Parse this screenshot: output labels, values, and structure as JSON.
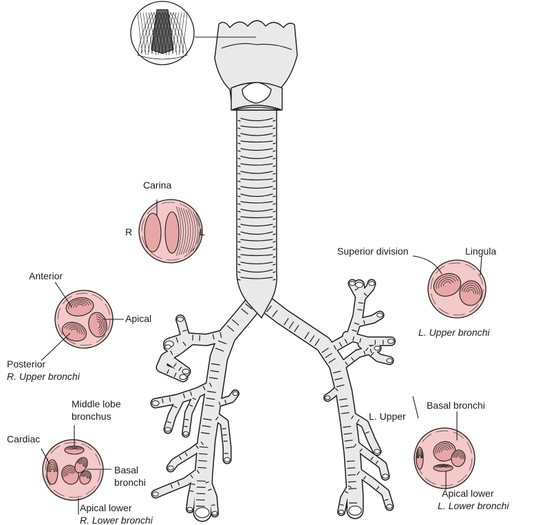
{
  "colors": {
    "airway_fill": "#e9e9e9",
    "mucosa_pink": "#f4c9c9",
    "opening_pink": "#e8a7a7",
    "outline": "#1a1a1a"
  },
  "views": {
    "larynx": {},
    "carina": {
      "title": "Carina",
      "right": "R",
      "left": "L"
    },
    "r_upper": {
      "anterior": "Anterior",
      "apical": "Apical",
      "posterior": "Posterior",
      "caption": "R. Upper bronchi"
    },
    "r_lower": {
      "middle_lobe": "Middle lobe\nbronchus",
      "cardiac": "Cardiac",
      "basal": "Basal\nbronchi",
      "apical_lower": "Apical lower",
      "caption": "R. Lower bronchi"
    },
    "l_upper": {
      "superior": "Superior division",
      "lingula": "Lingula",
      "caption": "L. Upper bronchi"
    },
    "l_lower": {
      "basal": "Basal bronchi",
      "l_upper": "L. Upper",
      "apical_lower": "Apical lower",
      "caption": "L. Lower bronchi"
    }
  }
}
